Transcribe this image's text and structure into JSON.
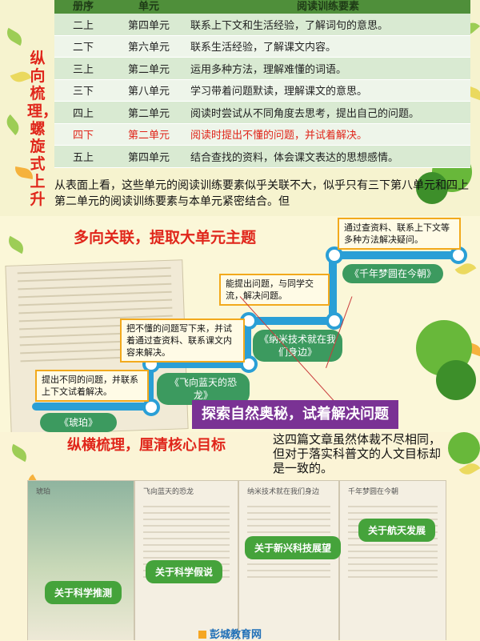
{
  "panel1": {
    "vertical_title": "纵向梳理，螺旋式上升",
    "table_header": [
      "册序",
      "单元",
      "阅读训练要素"
    ],
    "rows": [
      {
        "grade": "二上",
        "unit": "第四单元",
        "element": "联系上下文和生活经验，了解词句的意思。",
        "highlight": false
      },
      {
        "grade": "二下",
        "unit": "第六单元",
        "element": "联系生活经验，了解课文内容。",
        "highlight": false
      },
      {
        "grade": "三上",
        "unit": "第二单元",
        "element": "运用多种方法，理解难懂的词语。",
        "highlight": false
      },
      {
        "grade": "三下",
        "unit": "第八单元",
        "element": "学习带着问题默读，理解课文的意思。",
        "highlight": false
      },
      {
        "grade": "四上",
        "unit": "第二单元",
        "element": "阅读时尝试从不同角度去思考，提出自己的问题。",
        "highlight": false
      },
      {
        "grade": "四下",
        "unit": "第二单元",
        "element": "阅读时提出不懂的问题，并试着解决。",
        "highlight": true
      },
      {
        "grade": "五上",
        "unit": "第四单元",
        "element": "结合查找的资料，体会课文表达的思想感情。",
        "highlight": false
      }
    ],
    "paragraph": "从表面上看，这些单元的阅读训练要素似乎关联不大，似乎只有三下第八单元和四上第二单元的阅读训练要素与本单元紧密结合。但"
  },
  "panel2": {
    "title": "多向关联，提取大单元主题",
    "notes": [
      "提出不同的问题，并联系上下文试着解决。",
      "把不懂的问题写下来，并试着通过查资料、联系课文内容来解决。",
      "能提出问题，与同学交流，解决问题。",
      "通过查资料、联系上下文等多种方法解决疑问。"
    ],
    "lessons": [
      "《琥珀》",
      "《飞向蓝天的恐龙》",
      "《纳米技术就在我们身边》",
      "《千年梦圆在今朝》"
    ],
    "banner": "探索自然奥秘，试着解决问题"
  },
  "panel3": {
    "title": "纵横梳理，厘清核心目标",
    "paragraph": "这四篇文章虽然体裁不尽相同，但对于落实科普文的人文目标却是一致的。",
    "tags": [
      "关于科学推测",
      "关于科学假说",
      "关于新兴科技展望",
      "关于航天发展"
    ],
    "book_headers": [
      "琥珀",
      "飞向蓝天的恐龙",
      "纳米技术就在我们身边",
      "千年梦圆在今朝"
    ],
    "logo": "彭城教育网"
  },
  "colors": {
    "accent_red": "#e0261b",
    "table_green": "#4f8f3a",
    "timeline_blue": "#2a9fd6",
    "banner_purple": "#7a3294",
    "tag_green": "#45a33b"
  }
}
